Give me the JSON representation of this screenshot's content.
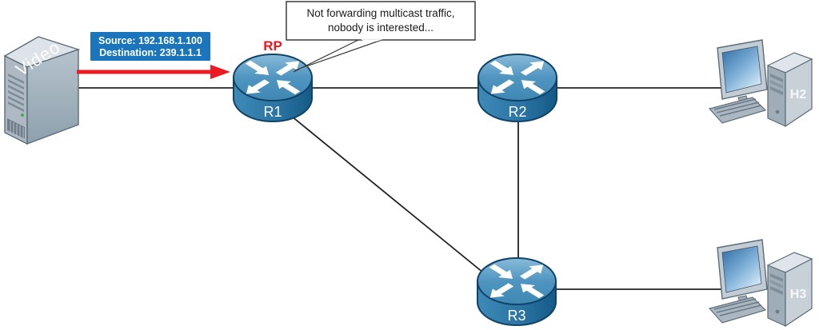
{
  "diagram": {
    "flow_label": {
      "source": "Source: 192.168.1.100",
      "destination": "Destination: 239.1.1.1"
    },
    "callout": {
      "line1": "Not forwarding multicast traffic,",
      "line2": "nobody is interested..."
    },
    "rp_label": "RP",
    "nodes": {
      "server": {
        "label": "Video"
      },
      "r1": {
        "label": "R1"
      },
      "r2": {
        "label": "R2"
      },
      "r3": {
        "label": "R3"
      },
      "h2": {
        "label": "H2"
      },
      "h3": {
        "label": "H3"
      }
    },
    "colors": {
      "arrow_red": "#ec1b22",
      "rp_red": "#e8191f",
      "label_blue": "#1b75bc",
      "link_black": "#222222"
    }
  }
}
